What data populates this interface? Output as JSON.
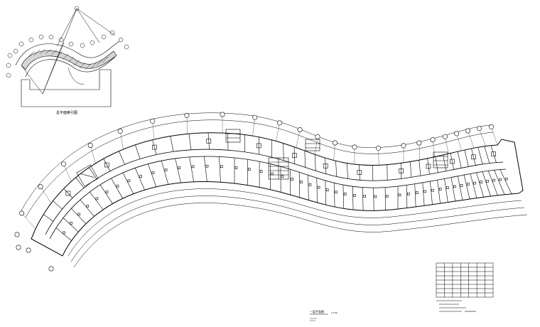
{
  "drawing": {
    "background": "#ffffff",
    "line_color": "#000000",
    "hatch_color": "#333333"
  },
  "key_plan": {
    "caption": "总平面索引图"
  },
  "schedule_table": {
    "rows": 8,
    "cols": 7
  },
  "title_block": {
    "title": "一层平面图",
    "scale": "1:150"
  }
}
